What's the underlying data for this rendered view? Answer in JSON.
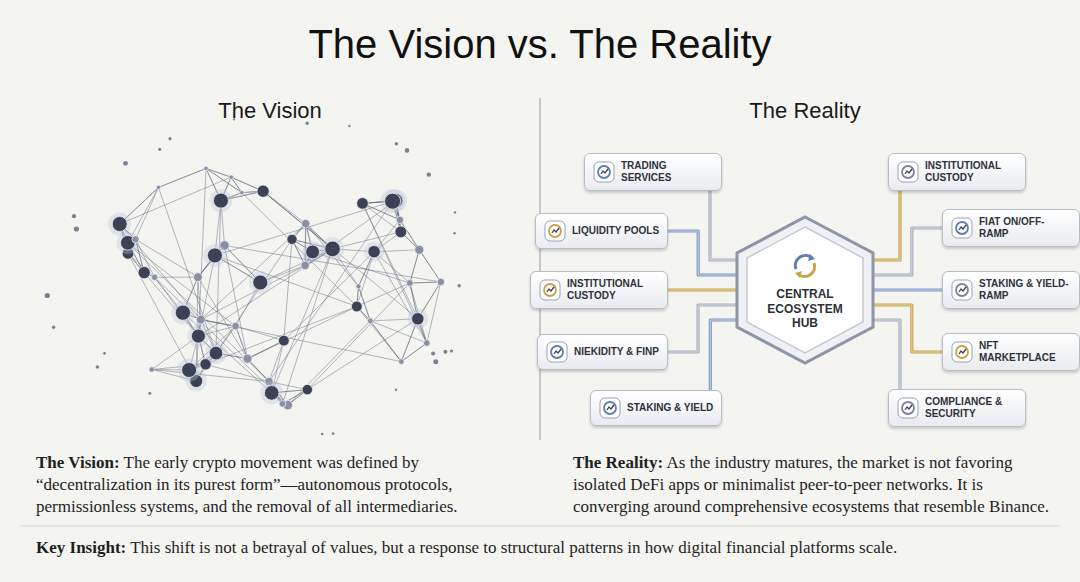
{
  "diagram": {
    "title": "The Vision vs. The Reality",
    "nodes": [
      {
        "text": [
          "CENTRAL ECOSYSTEM HUB"
        ]
      },
      {
        "text": [
          "TRADING SERVICES"
        ]
      },
      {
        "text": [
          "INSTITUTIONAL CUSTODY"
        ]
      },
      {
        "text": [
          "LIQUIDITY POOLS"
        ]
      },
      {
        "text": [
          "FIAT ON/OFF-RAMP"
        ]
      },
      {
        "text": [
          "INSTITUTIONAL CUSTODY"
        ]
      },
      {
        "text": [
          "STAKING & YIELD-RAMP"
        ]
      },
      {
        "text": [
          "NIEKIDITY & FINP"
        ]
      },
      {
        "text": [
          "NFT MARKETPLACE"
        ]
      },
      {
        "text": [
          "STAKING & YIELD"
        ]
      },
      {
        "text": [
          "COMPLIANCE & SECURITY"
        ]
      }
    ],
    "edges": [
      {
        "from": 1,
        "to": 0,
        "arrow": "none"
      },
      {
        "from": 2,
        "to": 0,
        "arrow": "none"
      },
      {
        "from": 3,
        "to": 0,
        "arrow": "none"
      },
      {
        "from": 4,
        "to": 0,
        "arrow": "none"
      },
      {
        "from": 5,
        "to": 0,
        "arrow": "none"
      },
      {
        "from": 6,
        "to": 0,
        "arrow": "none"
      },
      {
        "from": 7,
        "to": 0,
        "arrow": "none"
      },
      {
        "from": 8,
        "to": 0,
        "arrow": "none"
      },
      {
        "from": 9,
        "to": 0,
        "arrow": "none"
      },
      {
        "from": 10,
        "to": 0,
        "arrow": "none"
      }
    ],
    "labels": [
      "The Vision",
      "The Reality",
      "The Vision:",
      "The early crypto movement was defined by “decentralization in its purest form”—autonomous protocols, permissionless systems, and the removal of all intermediaries.",
      "The Reality:",
      "As the industry matures, the market is not favoring isolated DeFi apps or minimalist peer-to-peer networks. It is converging around comprehensive ecosystems that resemble Binance.",
      "Key Insight:",
      "This shift is not a betrayal of values, but a response to structural patterns in how digital financial platforms scale."
    ]
  }
}
